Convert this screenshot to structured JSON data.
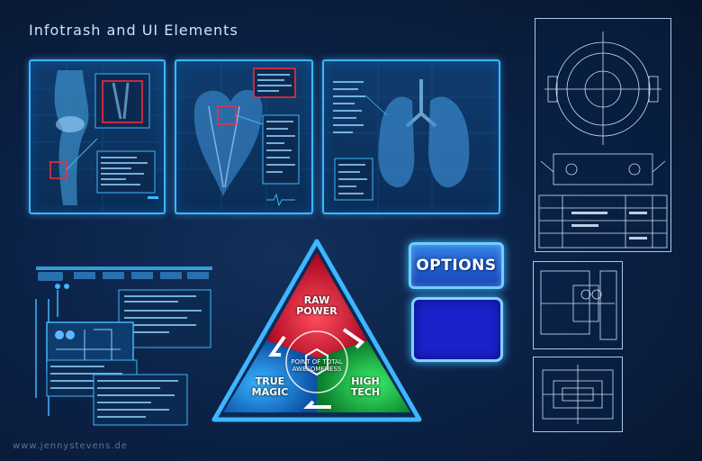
{
  "header": {
    "title": "Infotrash and UI Elements"
  },
  "footer": {
    "credit": "www.jennystevens.de"
  },
  "options_button": {
    "label": "OPTIONS"
  },
  "triangle": {
    "top_label": "RAW\nPOWER",
    "left_label": "TRUE\nMAGIC",
    "right_label": "HIGH\nTECH",
    "center_text": "POINT OF TOTAL AWESOMENESS",
    "colors": {
      "top": "#e8203c",
      "left": "#1d9bf0",
      "right": "#16c44a",
      "frame": "#3fb6ff"
    }
  },
  "colors": {
    "accent": "#3fb6ff",
    "background": "#0b2247",
    "highlight": "#ff2a3a"
  },
  "icons": [
    "knee-xray-icon",
    "heart-scan-icon",
    "lungs-scan-icon",
    "blueprint-icon",
    "circuit-board-icon"
  ]
}
